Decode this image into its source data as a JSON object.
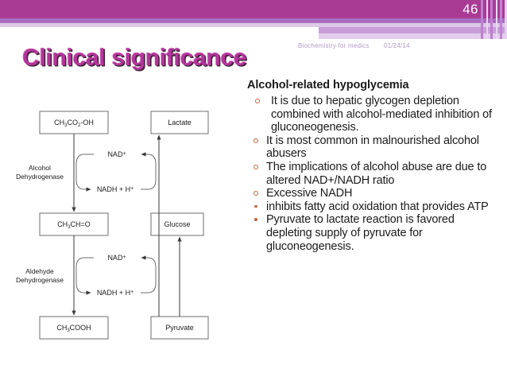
{
  "slide": {
    "page_number": "46",
    "header": {
      "source": "Biochemistry for medics",
      "date": "01/24/14"
    },
    "title": "Clinical significance",
    "colors": {
      "banner_main": "#a93b95",
      "banner_mid": "#a86cc1",
      "banner_light": "#dfc7e8",
      "title": "#b5359c",
      "bullet_marker": "#c0663f",
      "body_text": "#1b1b1b",
      "meta_text": "#b49ac4"
    }
  },
  "content": {
    "heading": "Alcohol-related hypoglycemia",
    "bullets": [
      {
        "marker": "hollow",
        "text": "It is due to hepatic glycogen depletion combined with alcohol-mediated inhibition of gluconeogenesis."
      },
      {
        "marker": "hollow",
        "text": "It is most common in malnourished alcohol abusers"
      },
      {
        "marker": "hollow",
        "text": "The implications of alcohol abuse are due to altered NAD+/NADH ratio"
      },
      {
        "marker": "hollow",
        "text": "Excessive NADH"
      },
      {
        "marker": "dot",
        "text": "inhibits fatty acid oxidation that provides ATP"
      },
      {
        "marker": "dot",
        "text": "Pyruvate to lactate reaction is favored depleting supply of pyruvate for gluconeogenesis."
      }
    ]
  },
  "diagram": {
    "type": "pathway-flowchart",
    "boxes": [
      {
        "id": "ethanol",
        "label": "CH3CO2-OH",
        "label_parts": [
          "CH",
          "3",
          "CO",
          "2",
          "-OH"
        ]
      },
      {
        "id": "acetaldehyde",
        "label": "CH3CH=O",
        "label_parts": [
          "CH",
          "3",
          "CH=O"
        ]
      },
      {
        "id": "acetate",
        "label": "CH3COOH",
        "label_parts": [
          "CH",
          "3",
          "COOH"
        ]
      },
      {
        "id": "lactate",
        "label": "Lactate"
      },
      {
        "id": "glucose",
        "label": "Glucose"
      },
      {
        "id": "pyruvate",
        "label": "Pyruvate"
      }
    ],
    "enzymes": [
      {
        "id": "adh",
        "line1": "Alcohol",
        "line2": "Dehydrogenase"
      },
      {
        "id": "aldh",
        "line1": "Aldehyde",
        "line2": "Dehydrogenase"
      }
    ],
    "cofactors": [
      {
        "id": "nad-1",
        "label": "NAD+"
      },
      {
        "id": "nadh-1",
        "label": "NADH + H+"
      },
      {
        "id": "nad-2",
        "label": "NAD+"
      },
      {
        "id": "nadh-2",
        "label": "NADH + H+"
      }
    ]
  }
}
